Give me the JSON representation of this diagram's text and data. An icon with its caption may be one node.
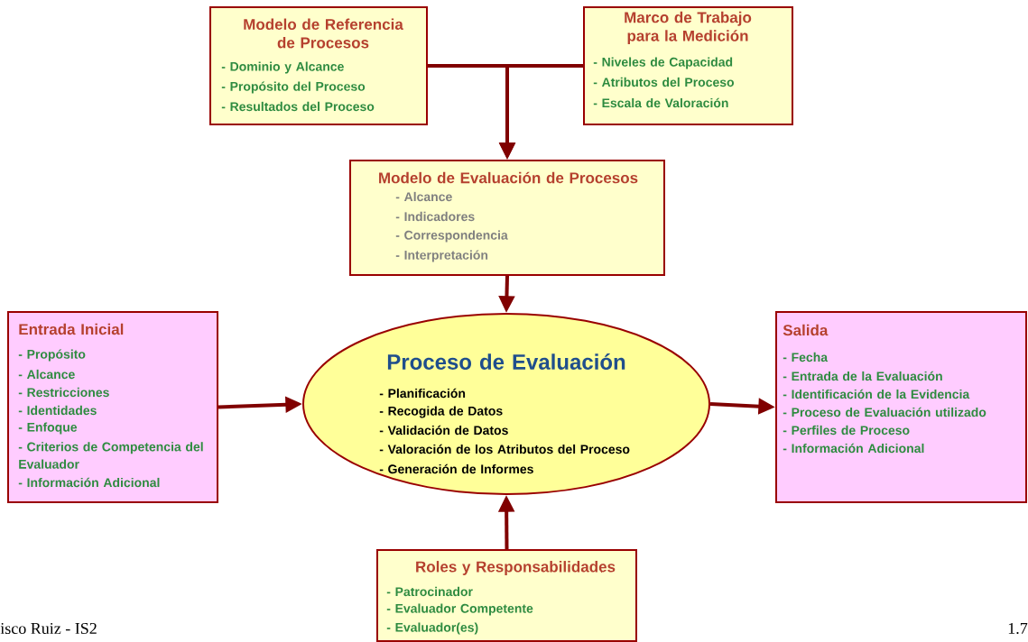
{
  "diagram": {
    "nodes": [
      {
        "text": [
          "Modelo de Referencia de Procesos",
          "- Dominio y Alcance",
          "- Propósito del Proceso",
          "- Resultados del Proceso"
        ]
      },
      {
        "text": [
          "Marco de Trabajo para la Medición",
          "- Niveles de Capacidad",
          "- Atributos del Proceso",
          "- Escala de Valoración"
        ]
      },
      {
        "text": [
          "Modelo de Evaluación de Procesos",
          "- Alcance",
          "- Indicadores",
          "- Correspondencia",
          "- Interpretación"
        ]
      },
      {
        "text": [
          "Entrada Inicial",
          "- Propósito",
          "- Alcance",
          "- Restricciones",
          "- Identidades",
          "- Enfoque",
          "- Criterios de Competencia del Evaluador",
          "- Información Adicional"
        ]
      },
      {
        "text": [
          "Proceso de Evaluación",
          "- Planificación",
          "- Recogida de Datos",
          "- Validación de Datos",
          "- Valoración de los Atributos del Proceso",
          "- Generación de Informes"
        ]
      },
      {
        "text": [
          "Salida",
          "- Fecha",
          "- Entrada de la Evaluación",
          "- Identificación de la Evidencia",
          "- Proceso de Evaluación utilizado",
          "- Perfiles de Proceso",
          "- Información Adicional"
        ]
      },
      {
        "text": [
          "Roles y Responsabilidades",
          "- Patrocinador",
          "- Evaluador Competente",
          "- Evaluador(es)"
        ]
      }
    ],
    "edges": [
      {
        "from": 0,
        "to": 2,
        "arrow": "to"
      },
      {
        "from": 1,
        "to": 2,
        "arrow": "to"
      },
      {
        "from": 2,
        "to": 4,
        "arrow": "to"
      },
      {
        "from": 3,
        "to": 4,
        "arrow": "to"
      },
      {
        "from": 4,
        "to": 5,
        "arrow": "to"
      },
      {
        "from": 6,
        "to": 4,
        "arrow": "to"
      }
    ],
    "labels": [
      "isco Ruiz - IS2",
      "1.7"
    ]
  }
}
